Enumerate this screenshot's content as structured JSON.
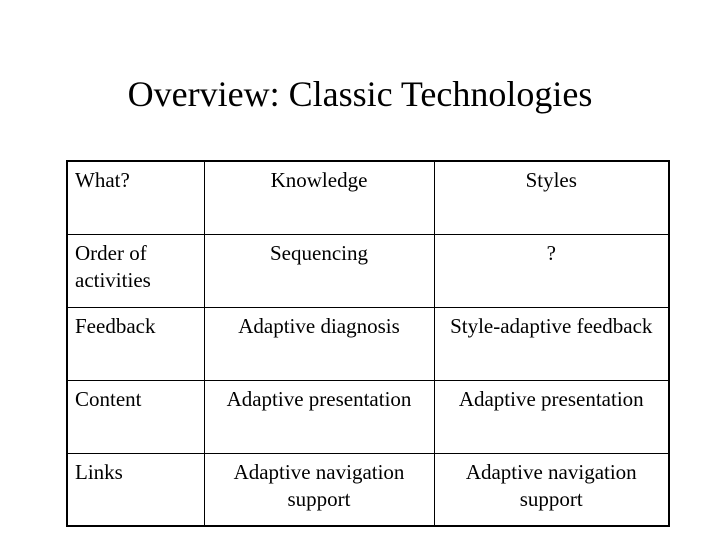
{
  "slide": {
    "title": "Overview: Classic Technologies",
    "background_color": "#ffffff",
    "text_color": "#000000",
    "border_color": "#000000"
  },
  "table": {
    "columns": [
      "What?",
      "Knowledge",
      "Styles"
    ],
    "rows": [
      {
        "what": "Order of activities",
        "knowledge": "Sequencing",
        "styles": "?"
      },
      {
        "what": "Feedback",
        "knowledge": "Adaptive diagnosis",
        "styles": "Style-adaptive feedback"
      },
      {
        "what": "Content",
        "knowledge": "Adaptive presentation",
        "styles": "Adaptive presentation"
      },
      {
        "what": "Links",
        "knowledge": "Adaptive navigation support",
        "styles": "Adaptive navigation support"
      }
    ]
  }
}
